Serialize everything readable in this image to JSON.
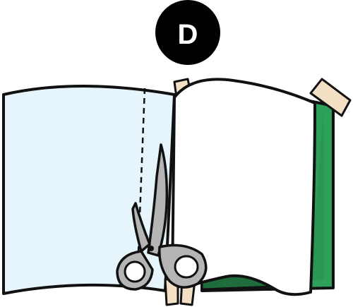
{
  "step": {
    "label": "D"
  },
  "colors": {
    "outline": "#111111",
    "left_sheet": "#e6f4fc",
    "right_sheet": "#ffffff",
    "green_backing": "#2fa05b",
    "green_shadow": "#1f6d3c",
    "tape": "#f3dfc4",
    "scissors": "#b5b5b5",
    "badge": "#000000",
    "badge_text": "#ffffff"
  },
  "icons": [
    "cut-line",
    "scissors-icon",
    "tape-piece"
  ]
}
